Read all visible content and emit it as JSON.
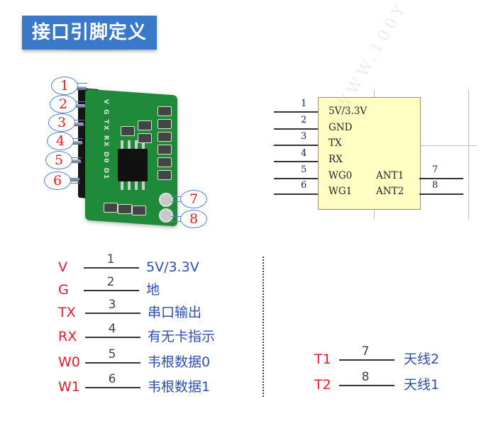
{
  "title": "接口引脚定义",
  "photo": {
    "pin_bubbles": [
      "1",
      "2",
      "3",
      "4",
      "5",
      "6"
    ],
    "antenna_bubbles": [
      "7",
      "8"
    ],
    "silkscreen": "V G TX RX D0 D1"
  },
  "schematic": {
    "pins_left": [
      {
        "num": "1",
        "label": "5V/3.3V"
      },
      {
        "num": "2",
        "label": "GND"
      },
      {
        "num": "3",
        "label": "TX"
      },
      {
        "num": "4",
        "label": "RX"
      },
      {
        "num": "5",
        "label": "WG0"
      },
      {
        "num": "6",
        "label": "WG1"
      }
    ],
    "pins_right": [
      {
        "num": "7",
        "label": "ANT1"
      },
      {
        "num": "8",
        "label": "ANT2"
      }
    ],
    "watermark": "WWW.100Y"
  },
  "legend_left": [
    {
      "abbr": "V",
      "num": "1",
      "desc": "5V/3.3V"
    },
    {
      "abbr": "G",
      "num": "2",
      "desc": "地"
    },
    {
      "abbr": "TX",
      "num": "3",
      "desc": "串口输出"
    },
    {
      "abbr": "RX",
      "num": "4",
      "desc": "有无卡指示"
    },
    {
      "abbr": "W0",
      "num": "5",
      "desc": "韦根数据0"
    },
    {
      "abbr": "W1",
      "num": "6",
      "desc": "韦根数据1"
    }
  ],
  "legend_right": [
    {
      "abbr": "T1",
      "num": "7",
      "desc": "天线2"
    },
    {
      "abbr": "T2",
      "num": "8",
      "desc": "天线1"
    }
  ],
  "colors": {
    "title_bg": "#3a78c9",
    "abbr": "#e8192c",
    "desc": "#2d4fb0",
    "schematic_fill": "#ffffc4",
    "pcb": "#1f8a3a"
  }
}
